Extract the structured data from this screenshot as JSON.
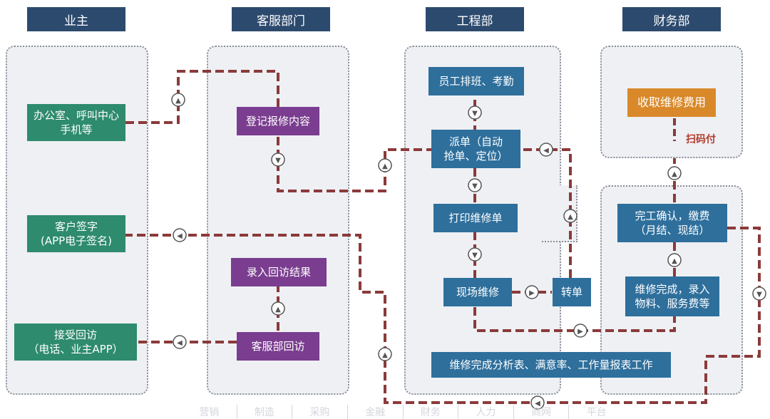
{
  "headers": {
    "owner": "业主",
    "service": "客服部门",
    "engineering": "工程部",
    "finance": "财务部"
  },
  "nodes": {
    "office": "办公室、呼叫中心\n手机等",
    "sign": "客户签字\n(APP电子签名)",
    "accept_visit": "接受回访\n（电话、业主APP）",
    "register": "登记报修内容",
    "record_visit": "录入回访结果",
    "service_visit": "客服部回访",
    "schedule": "员工排班、考勤",
    "dispatch": "派单（自动\n抢单、定位）",
    "print": "打印维修单",
    "onsite": "现场维修",
    "transfer": "转单",
    "analysis": "维修完成分析表、满意率、工作量报表工作",
    "collect_fee": "收取维修费用",
    "confirm": "完工确认，缴费\n（月结、现结）",
    "complete": "维修完成，录入\n物料、服务费等"
  },
  "labels": {
    "scan_pay": "扫码付"
  },
  "footer": [
    "营销",
    "制造",
    "采购",
    "金融",
    "财务",
    "人力",
    "商网",
    "平台"
  ]
}
